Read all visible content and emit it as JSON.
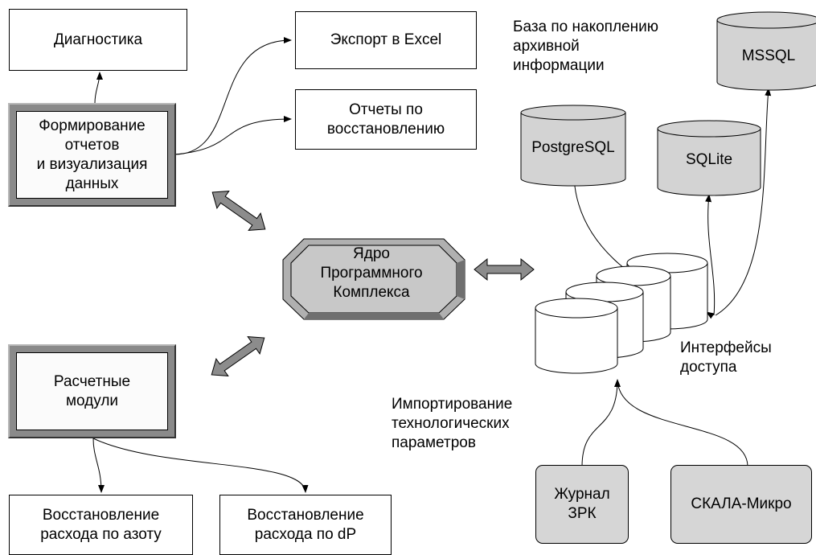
{
  "boxes": {
    "diagnostics": "Диагностика",
    "reports_viz": "Формирование\nотчетов\nи визуализация\nданных",
    "export_excel": "Экспорт в Excel",
    "recovery_reports": "Отчеты по\nвосстановлению",
    "calc_modules": "Расчетные\nмодули",
    "nitrogen_recovery": "Восстановление\nрасхода по азоту",
    "dp_recovery": "Восстановление\nрасхода по dP"
  },
  "core": {
    "label": "Ядро\nПрограммного\nКомплекса"
  },
  "databases": {
    "archive_caption": "База по накоплению\nархивной\nинформации",
    "postgresql": "PostgreSQL",
    "sqlite": "SQLite",
    "mssql": "MSSQL"
  },
  "interfaces": {
    "caption": "Интерфейсы\nдоступа"
  },
  "import": {
    "caption": "Импортирование\nтехнологических\nпараметров",
    "journal": "Журнал\nЗРК",
    "skala": "СКАЛА-Микро"
  },
  "colors": {
    "db_fill": "#d3d3d3",
    "arrow_fill": "#8c8c8c",
    "bevel_dark": "#6f6f6f",
    "core_fill": "#c8c8c8"
  }
}
